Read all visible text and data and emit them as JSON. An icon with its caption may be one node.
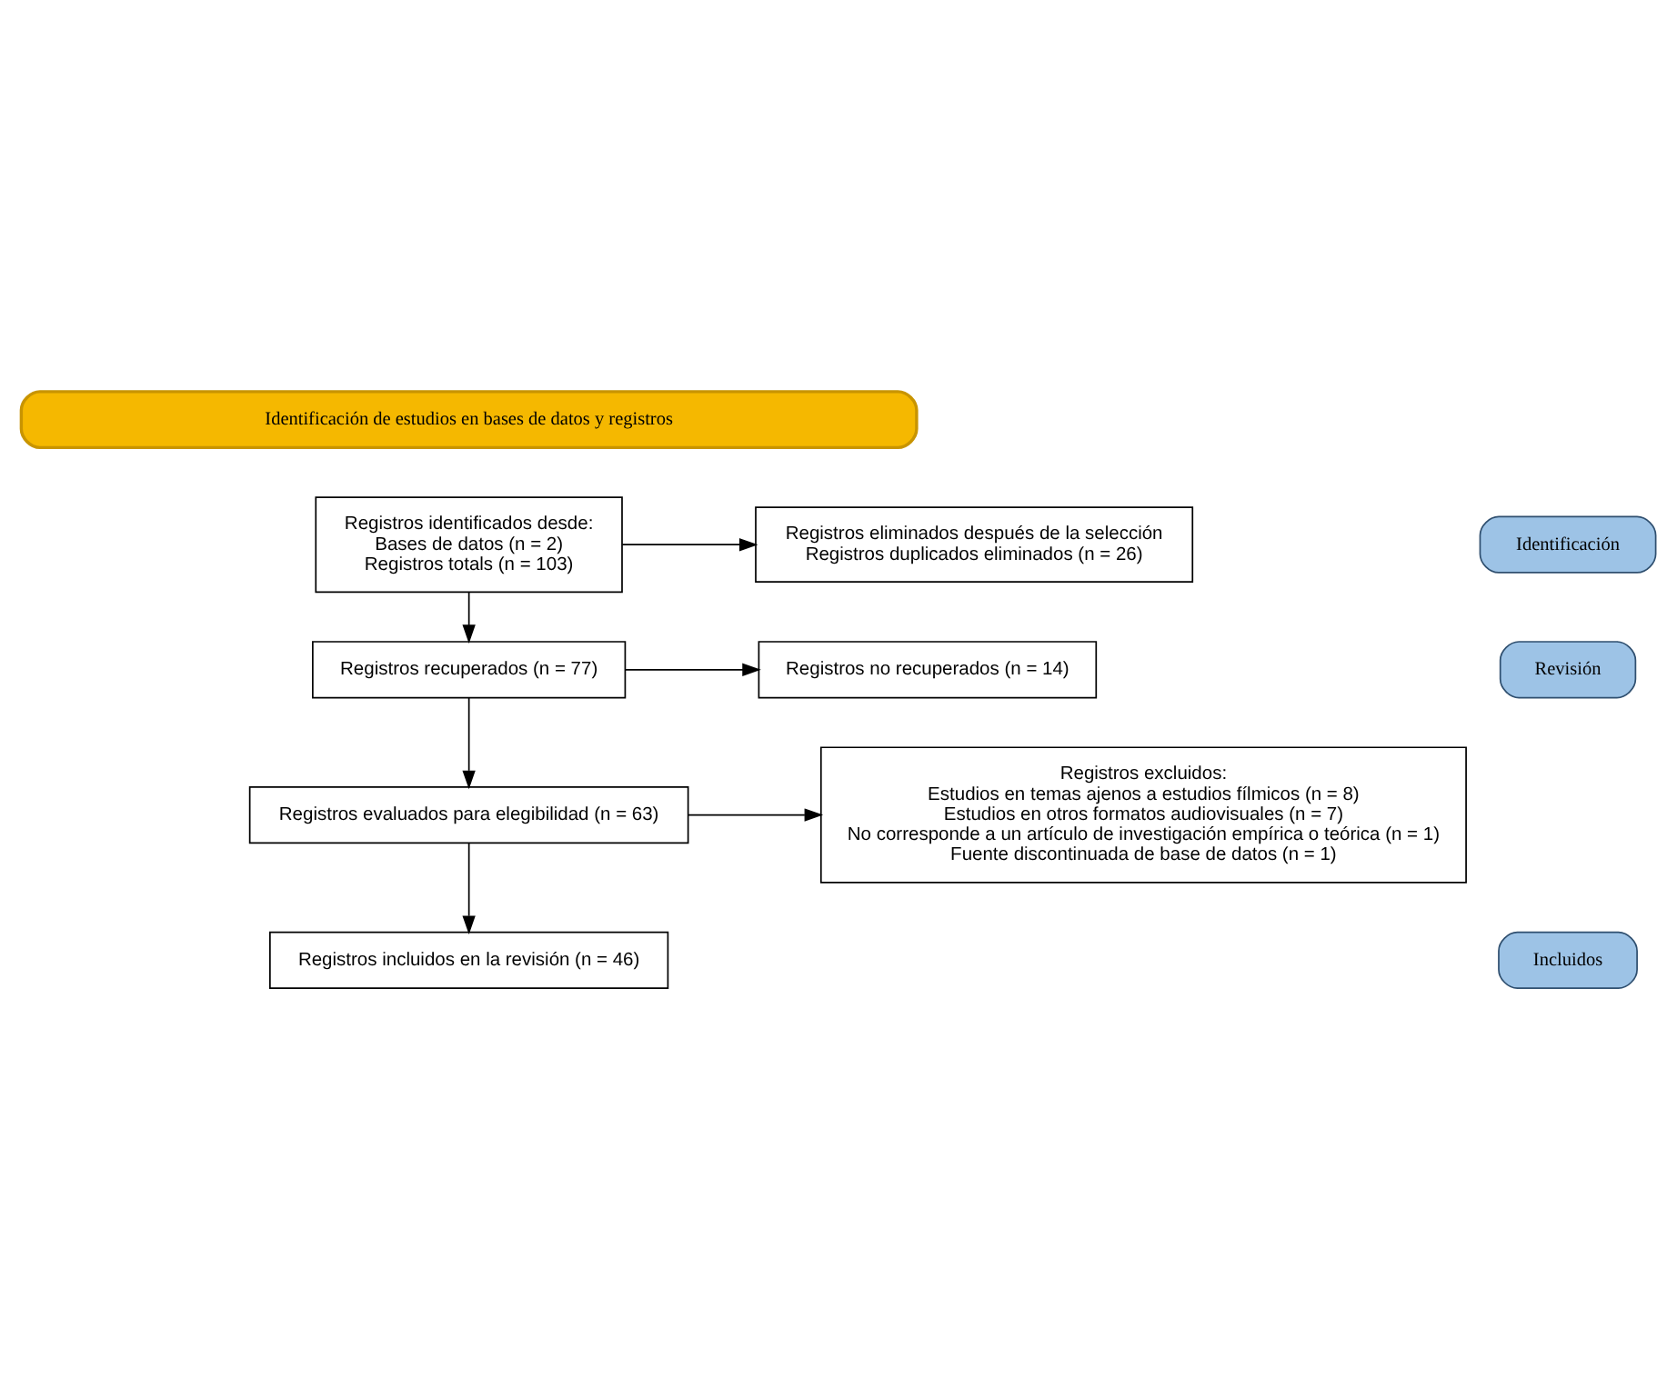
{
  "diagram": {
    "nodes": [
      {
        "text": [
          "Identificación de estudios en bases de datos y registros"
        ]
      },
      {
        "text": [
          "Identificación"
        ]
      },
      {
        "text": [
          "Revisión"
        ]
      },
      {
        "text": [
          "Incluidos"
        ]
      },
      {
        "text": [
          "Registros identificados desde:",
          "Bases de datos (n = 2)",
          "Registros totals (n = 103)"
        ]
      },
      {
        "text": [
          "Registros eliminados después de la selección",
          "Registros duplicados eliminados (n = 26)"
        ]
      },
      {
        "text": [
          "Registros recuperados (n = 77)"
        ]
      },
      {
        "text": [
          "Registros no recuperados (n = 14)"
        ]
      },
      {
        "text": [
          "Registros evaluados para elegibilidad (n = 63)"
        ]
      },
      {
        "text": [
          "Registros excluidos:",
          "Estudios en temas ajenos a estudios fílmicos (n = 8)",
          "Estudios en otros formatos audiovisuales (n = 7)",
          "No corresponde a un artículo de investigación empírica o teórica (n = 1)",
          "Fuente discontinuada de base de datos (n = 1)"
        ]
      },
      {
        "text": [
          "Registros incluidos en la revisión (n = 46)"
        ]
      }
    ],
    "edges": [
      {
        "from": 4,
        "to": 5,
        "arrow": "to"
      },
      {
        "from": 4,
        "to": 6,
        "arrow": "to"
      },
      {
        "from": 6,
        "to": 7,
        "arrow": "to"
      },
      {
        "from": 6,
        "to": 8,
        "arrow": "to"
      },
      {
        "from": 8,
        "to": 9,
        "arrow": "to"
      },
      {
        "from": 8,
        "to": 10,
        "arrow": "to"
      }
    ]
  }
}
